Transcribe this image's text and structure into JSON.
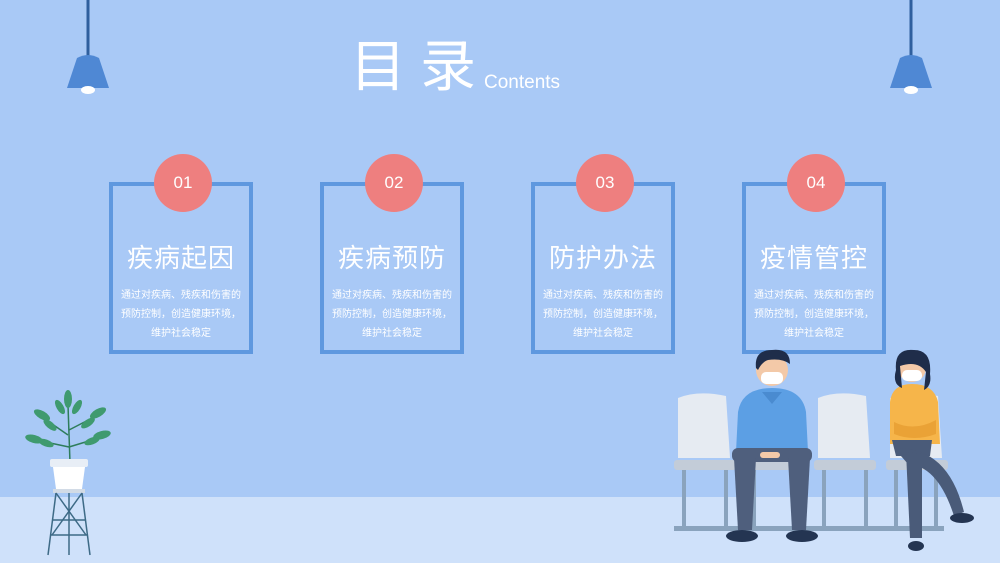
{
  "header": {
    "title": "目录",
    "subtitle": "Contents"
  },
  "items": [
    {
      "num": "01",
      "title": "疾病起因",
      "desc": "通过对疾病、残疾和伤害的预防控制，创造健康环境，维护社会稳定"
    },
    {
      "num": "02",
      "title": "疾病预防",
      "desc": "通过对疾病、残疾和伤害的预防控制，创造健康环境，维护社会稳定"
    },
    {
      "num": "03",
      "title": "防护办法",
      "desc": "通过对疾病、残疾和伤害的预防控制，创造健康环境，维护社会稳定"
    },
    {
      "num": "04",
      "title": "疫情管控",
      "desc": "通过对疾病、残疾和伤害的预防控制，创造健康环境，维护社会稳定"
    }
  ],
  "colors": {
    "background": "#a9c9f6",
    "floor": "#cfe1fa",
    "accent": "#ee7f7f",
    "frame": "#5f98df"
  },
  "icons": [
    "ceiling-lamp-icon",
    "potted-plant-icon",
    "waiting-chairs-icon",
    "man-with-mask-icon",
    "woman-with-mask-icon"
  ]
}
